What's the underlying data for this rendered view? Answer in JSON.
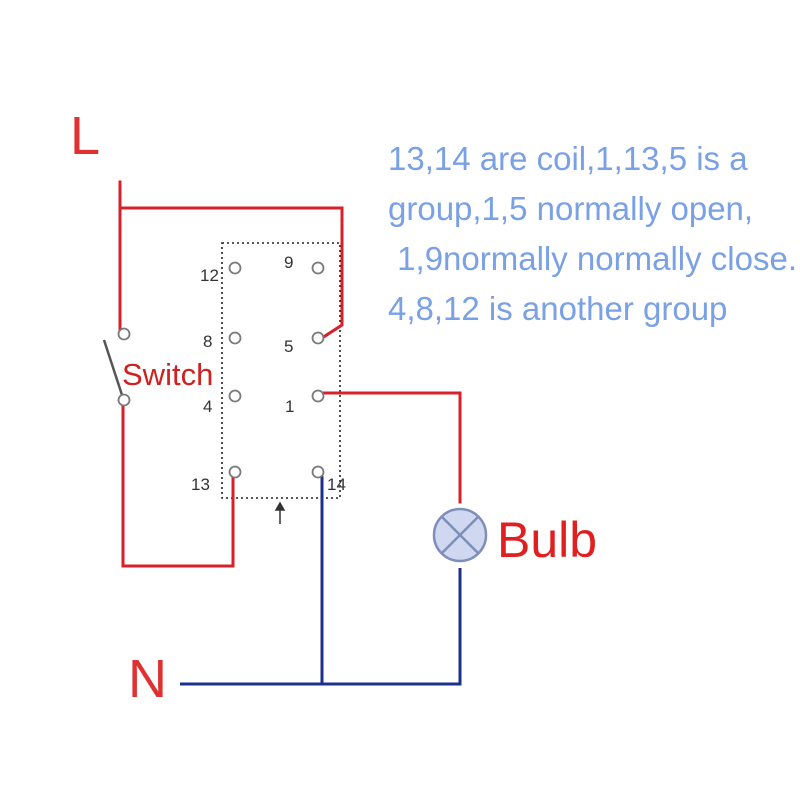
{
  "labels": {
    "live": "L",
    "neutral": "N",
    "switch": "Switch",
    "bulb": "Bulb"
  },
  "pins": {
    "p12": "12",
    "p9": "9",
    "p8": "8",
    "p5": "5",
    "p4": "4",
    "p1": "1",
    "p13": "13",
    "p14": "14"
  },
  "note": {
    "line1": "13,14 are coil,1,13,5 is a",
    "line2": "group,1,5 normally open,",
    "line3": " 1,9normally normally close.",
    "line4": "4,8,12 is another group"
  },
  "colors": {
    "live_wire": "#d8202a",
    "neutral_wire": "#1f2f8c",
    "note_text": "#7aa0e6",
    "label_red": "#e03030"
  }
}
